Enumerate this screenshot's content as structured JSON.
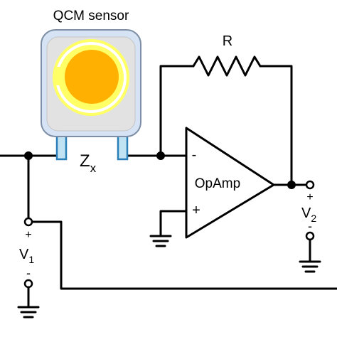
{
  "sensor": {
    "title": "QCM sensor",
    "body_fill": "#d6e3f4",
    "body_stroke": "#7d8ea6",
    "inner_fill": "#e2e2e2",
    "disc_fill": "#ffff66",
    "electrode_fill": "#ffb000",
    "pin_fill": "#bfe3f3",
    "pin_stroke": "#2a7fb8"
  },
  "labels": {
    "resistor": "R",
    "impedance_main": "Z",
    "impedance_sub": "x",
    "opamp": "OpAmp",
    "input_minus": "-",
    "input_plus": "+",
    "v1_main": "V",
    "v1_sub": "1",
    "v1_plus": "+",
    "v1_minus": "-",
    "v2_main": "V",
    "v2_sub": "2",
    "v2_plus": "+",
    "v2_minus": "-"
  },
  "colors": {
    "wire": "#000000",
    "background": "#ffffff"
  }
}
